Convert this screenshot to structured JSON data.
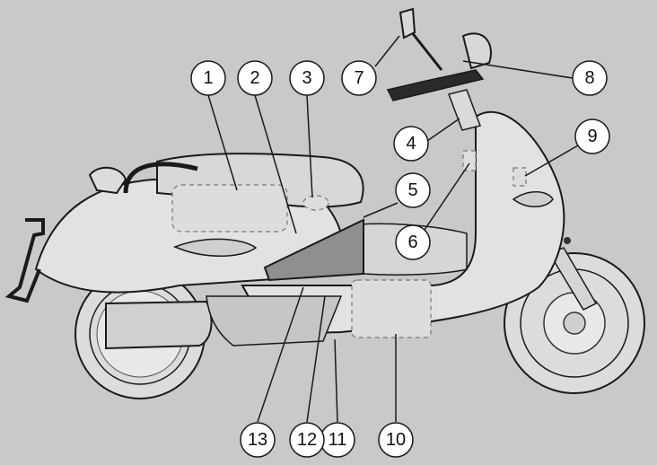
{
  "callouts": [
    {
      "id": 1,
      "label": "1"
    },
    {
      "id": 2,
      "label": "2"
    },
    {
      "id": 3,
      "label": "3"
    },
    {
      "id": 4,
      "label": "4"
    },
    {
      "id": 5,
      "label": "5"
    },
    {
      "id": 6,
      "label": "6"
    },
    {
      "id": 7,
      "label": "7"
    },
    {
      "id": 8,
      "label": "8"
    },
    {
      "id": 9,
      "label": "9"
    },
    {
      "id": 10,
      "label": "10"
    },
    {
      "id": 11,
      "label": "11"
    },
    {
      "id": 12,
      "label": "12"
    },
    {
      "id": 13,
      "label": "13"
    }
  ],
  "colors": {
    "background": "#c9c9c9",
    "body_fill": "#e2e2e2",
    "outline": "#1a1a1a",
    "storage_fill": "#8f8f8f",
    "callout_fill": "#ffffff"
  }
}
